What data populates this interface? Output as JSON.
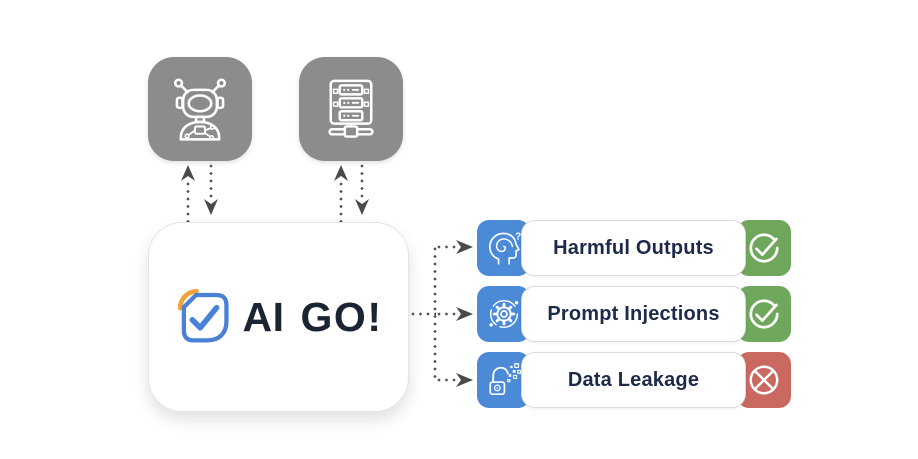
{
  "sources": [
    {
      "icon": "chatbot-robot-icon"
    },
    {
      "icon": "server-rack-icon"
    }
  ],
  "hub": {
    "logo": {
      "icon": "shield-check-document-icon",
      "brand_ai": "AI",
      "brand_go": "GO!"
    }
  },
  "risks": [
    {
      "label": "Harmful Outputs",
      "icon": "mind-spiral-head-icon",
      "icon_question_mark": "?",
      "status": "pass",
      "status_icon": "check-circle-icon"
    },
    {
      "label": "Prompt Injections",
      "icon": "gear-icon",
      "status": "pass",
      "status_icon": "check-circle-icon"
    },
    {
      "label": "Data Leakage",
      "icon": "open-padlock-data-icon",
      "status": "fail",
      "status_icon": "cross-circle-icon"
    }
  ],
  "colors": {
    "source_gray": "#8c8c8c",
    "risk_icon_blue": "#4b8ad6",
    "status_pass_green": "#6fa75c",
    "status_fail_red": "#ca6960",
    "label_navy": "#1e2a4a",
    "brand_navy": "#1b2433",
    "logo_blue": "#4a80d6",
    "logo_orange": "#f2a33c",
    "connector_gray": "#555555"
  }
}
